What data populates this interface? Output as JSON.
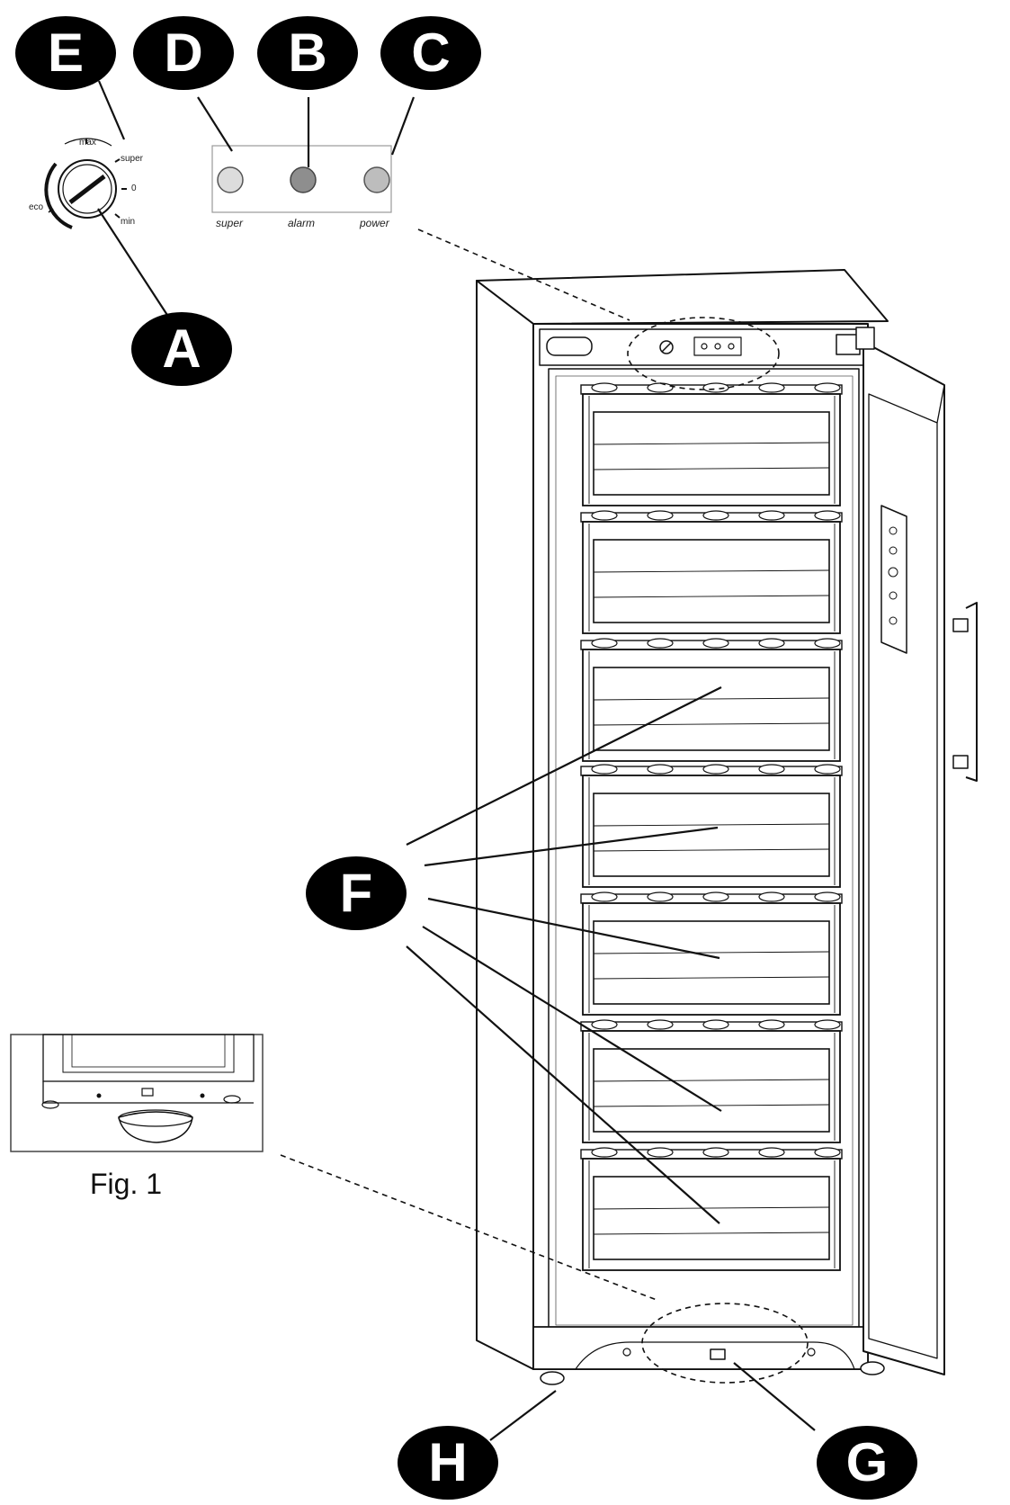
{
  "callouts": {
    "a": "A",
    "b": "B",
    "c": "C",
    "d": "D",
    "e": "E",
    "f": "F",
    "g": "G",
    "h": "H"
  },
  "dial_labels": {
    "max": "max",
    "super": "super",
    "zero": "0",
    "min": "min",
    "eco": "eco"
  },
  "indicator_labels": {
    "super": "super",
    "alarm": "alarm",
    "power": "power"
  },
  "figure_caption": "Fig. 1",
  "colors": {
    "callout_fill": "#000000",
    "callout_text": "#ffffff",
    "line": "#111111",
    "lamp_super": "#dcdcdc",
    "lamp_alarm": "#8e8e8e",
    "lamp_power": "#bdbdbd"
  }
}
